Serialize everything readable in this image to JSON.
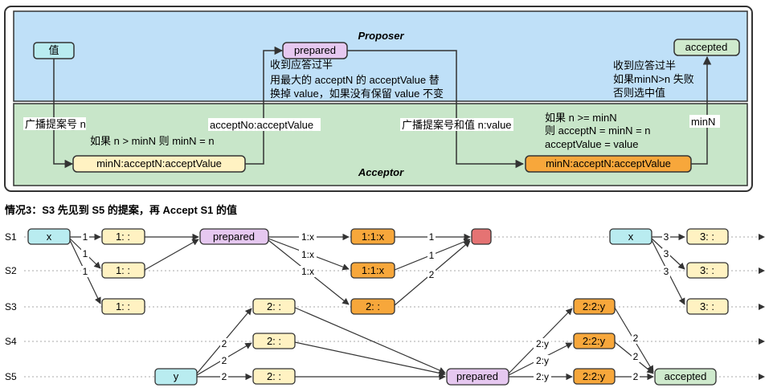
{
  "proposer_title": "Proposer",
  "acceptor_title": "Acceptor",
  "top": {
    "value_node": "值",
    "prepared_node": "prepared",
    "accepted_node": "accepted",
    "acceptor_node_1": "minN:acceptN:acceptValue",
    "acceptor_node_2": "minN:acceptN:acceptValue",
    "lbl_broadcast": "广播提案号 n",
    "lbl_if_n_gt": "如果 n > minN 则 minN = n",
    "lbl_accept_no": "acceptNo:acceptValue",
    "lbl_half_1": "收到应答过半",
    "lbl_use_max": "用最大的 acceptN 的 acceptValue 替",
    "lbl_replace": "换掉 value，如果没有保留 value 不变",
    "lbl_broadcast_value": "广播提案号和值 n:value",
    "lbl_if_n_ge": "如果 n >= minN",
    "lbl_then_accept": "则 acceptN = minN = n",
    "lbl_accept_value": "acceptValue = value",
    "lbl_min_n": "minN",
    "lbl_half_2": "收到应答过半",
    "lbl_if_min_gt": "如果minN>n 失败",
    "lbl_else_chosen": "否则选中值"
  },
  "scenario_title": "情况3：S3 先见到 S5 的提案，再 Accept S1 的值",
  "servers": [
    "S1",
    "S2",
    "S3",
    "S4",
    "S5"
  ],
  "nodes": {
    "s1_x": "x",
    "s1_a": "1: :",
    "s1_prep": "prepared",
    "s1_b": "1:1:x",
    "s1_x2": "x",
    "s1_c": "3: :",
    "s2_a": "1: :",
    "s2_b": "1:1:x",
    "s2_c": "3: :",
    "s3_a": "1: :",
    "s3_b": "2: :",
    "s3_c": "2: :",
    "s3_d": "2:2:y",
    "s3_e": "3: :",
    "s4_a": "2: :",
    "s4_b": "2:2:y",
    "s5_y": "y",
    "s5_a": "2: :",
    "s5_prep": "prepared",
    "s5_b": "2:2:y",
    "s5_acc": "accepted"
  },
  "edge_labels": {
    "e1": "1",
    "e2": "1",
    "e3": "1",
    "e_1x_a": "1:x",
    "e_1x_b": "1:x",
    "e_1x_c": "1:x",
    "e_r1": "1",
    "e_r2": "1",
    "e_r3": "2",
    "e_3a": "3",
    "e_3b": "3",
    "e_3c": "3",
    "e_2a": "2",
    "e_2b": "2",
    "e_2c": "2",
    "e_2y_a": "2:y",
    "e_2y_b": "2:y",
    "e_2y_c": "2:y",
    "e_f1": "2",
    "e_f2": "2",
    "e_f3": "2"
  },
  "colors": {
    "proposer_bg": "#bfe0f8",
    "acceptor_bg": "#c8e6c9",
    "cyan": "#b9ecf0",
    "purple": "#e6c8f0",
    "green": "#cfeacd",
    "yellow": "#fff2c2",
    "orange": "#f7a73b",
    "red": "#e57373"
  }
}
